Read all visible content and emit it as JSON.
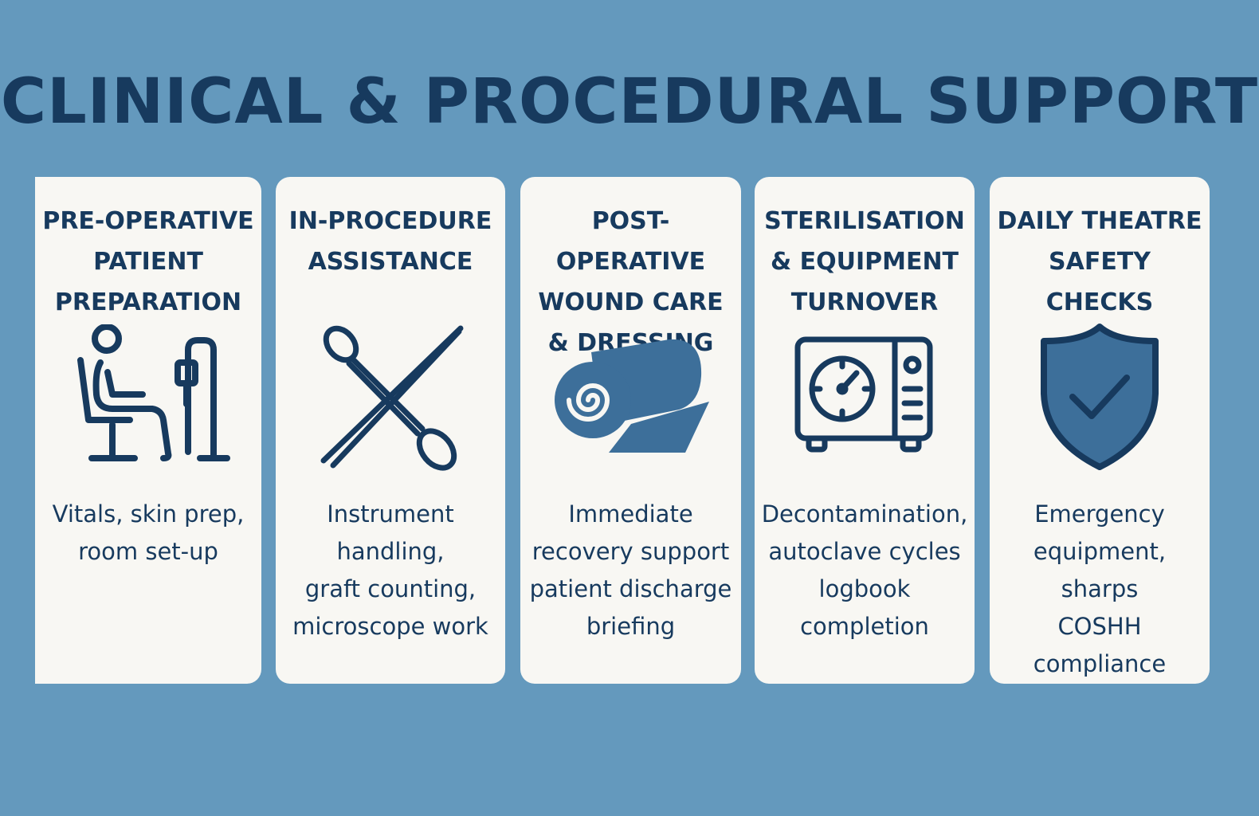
{
  "title": "CLINICAL & PROCEDURAL SUPPORT",
  "colors": {
    "background": "#6499bd",
    "card": "#f8f7f3",
    "navy": "#173a5e",
    "icon_fill": "#3d6f9a"
  },
  "cards": [
    {
      "title": "PRE-OPERATIVE\nPATIENT\nPREPARATION",
      "icon": "patient-chair-iv-drip-icon",
      "description": "Vitals, skin prep,\nroom set-up"
    },
    {
      "title": "IN-PROCEDURE\nASSISTANCE",
      "icon": "surgical-instruments-icon",
      "description": "Instrument\nhandling,\ngraft counting,\nmicroscope work"
    },
    {
      "title": "POST-OPERATIVE\nWOUND CARE\n& DRESSING",
      "icon": "bandage-roll-icon",
      "description": "Immediate\nrecovery support\npatient discharge\nbriefing"
    },
    {
      "title": "STERILISATION\n& EQUIPMENT\nTURNOVER",
      "icon": "autoclave-icon",
      "description": "Decontamination,\nautoclave cycles\nlogbook\ncompletion"
    },
    {
      "title": "DAILY THEATRE\nSAFETY CHECKS",
      "icon": "shield-check-icon",
      "description": "Emergency\nequipment,\nsharps\nCOSHH compliance"
    }
  ]
}
